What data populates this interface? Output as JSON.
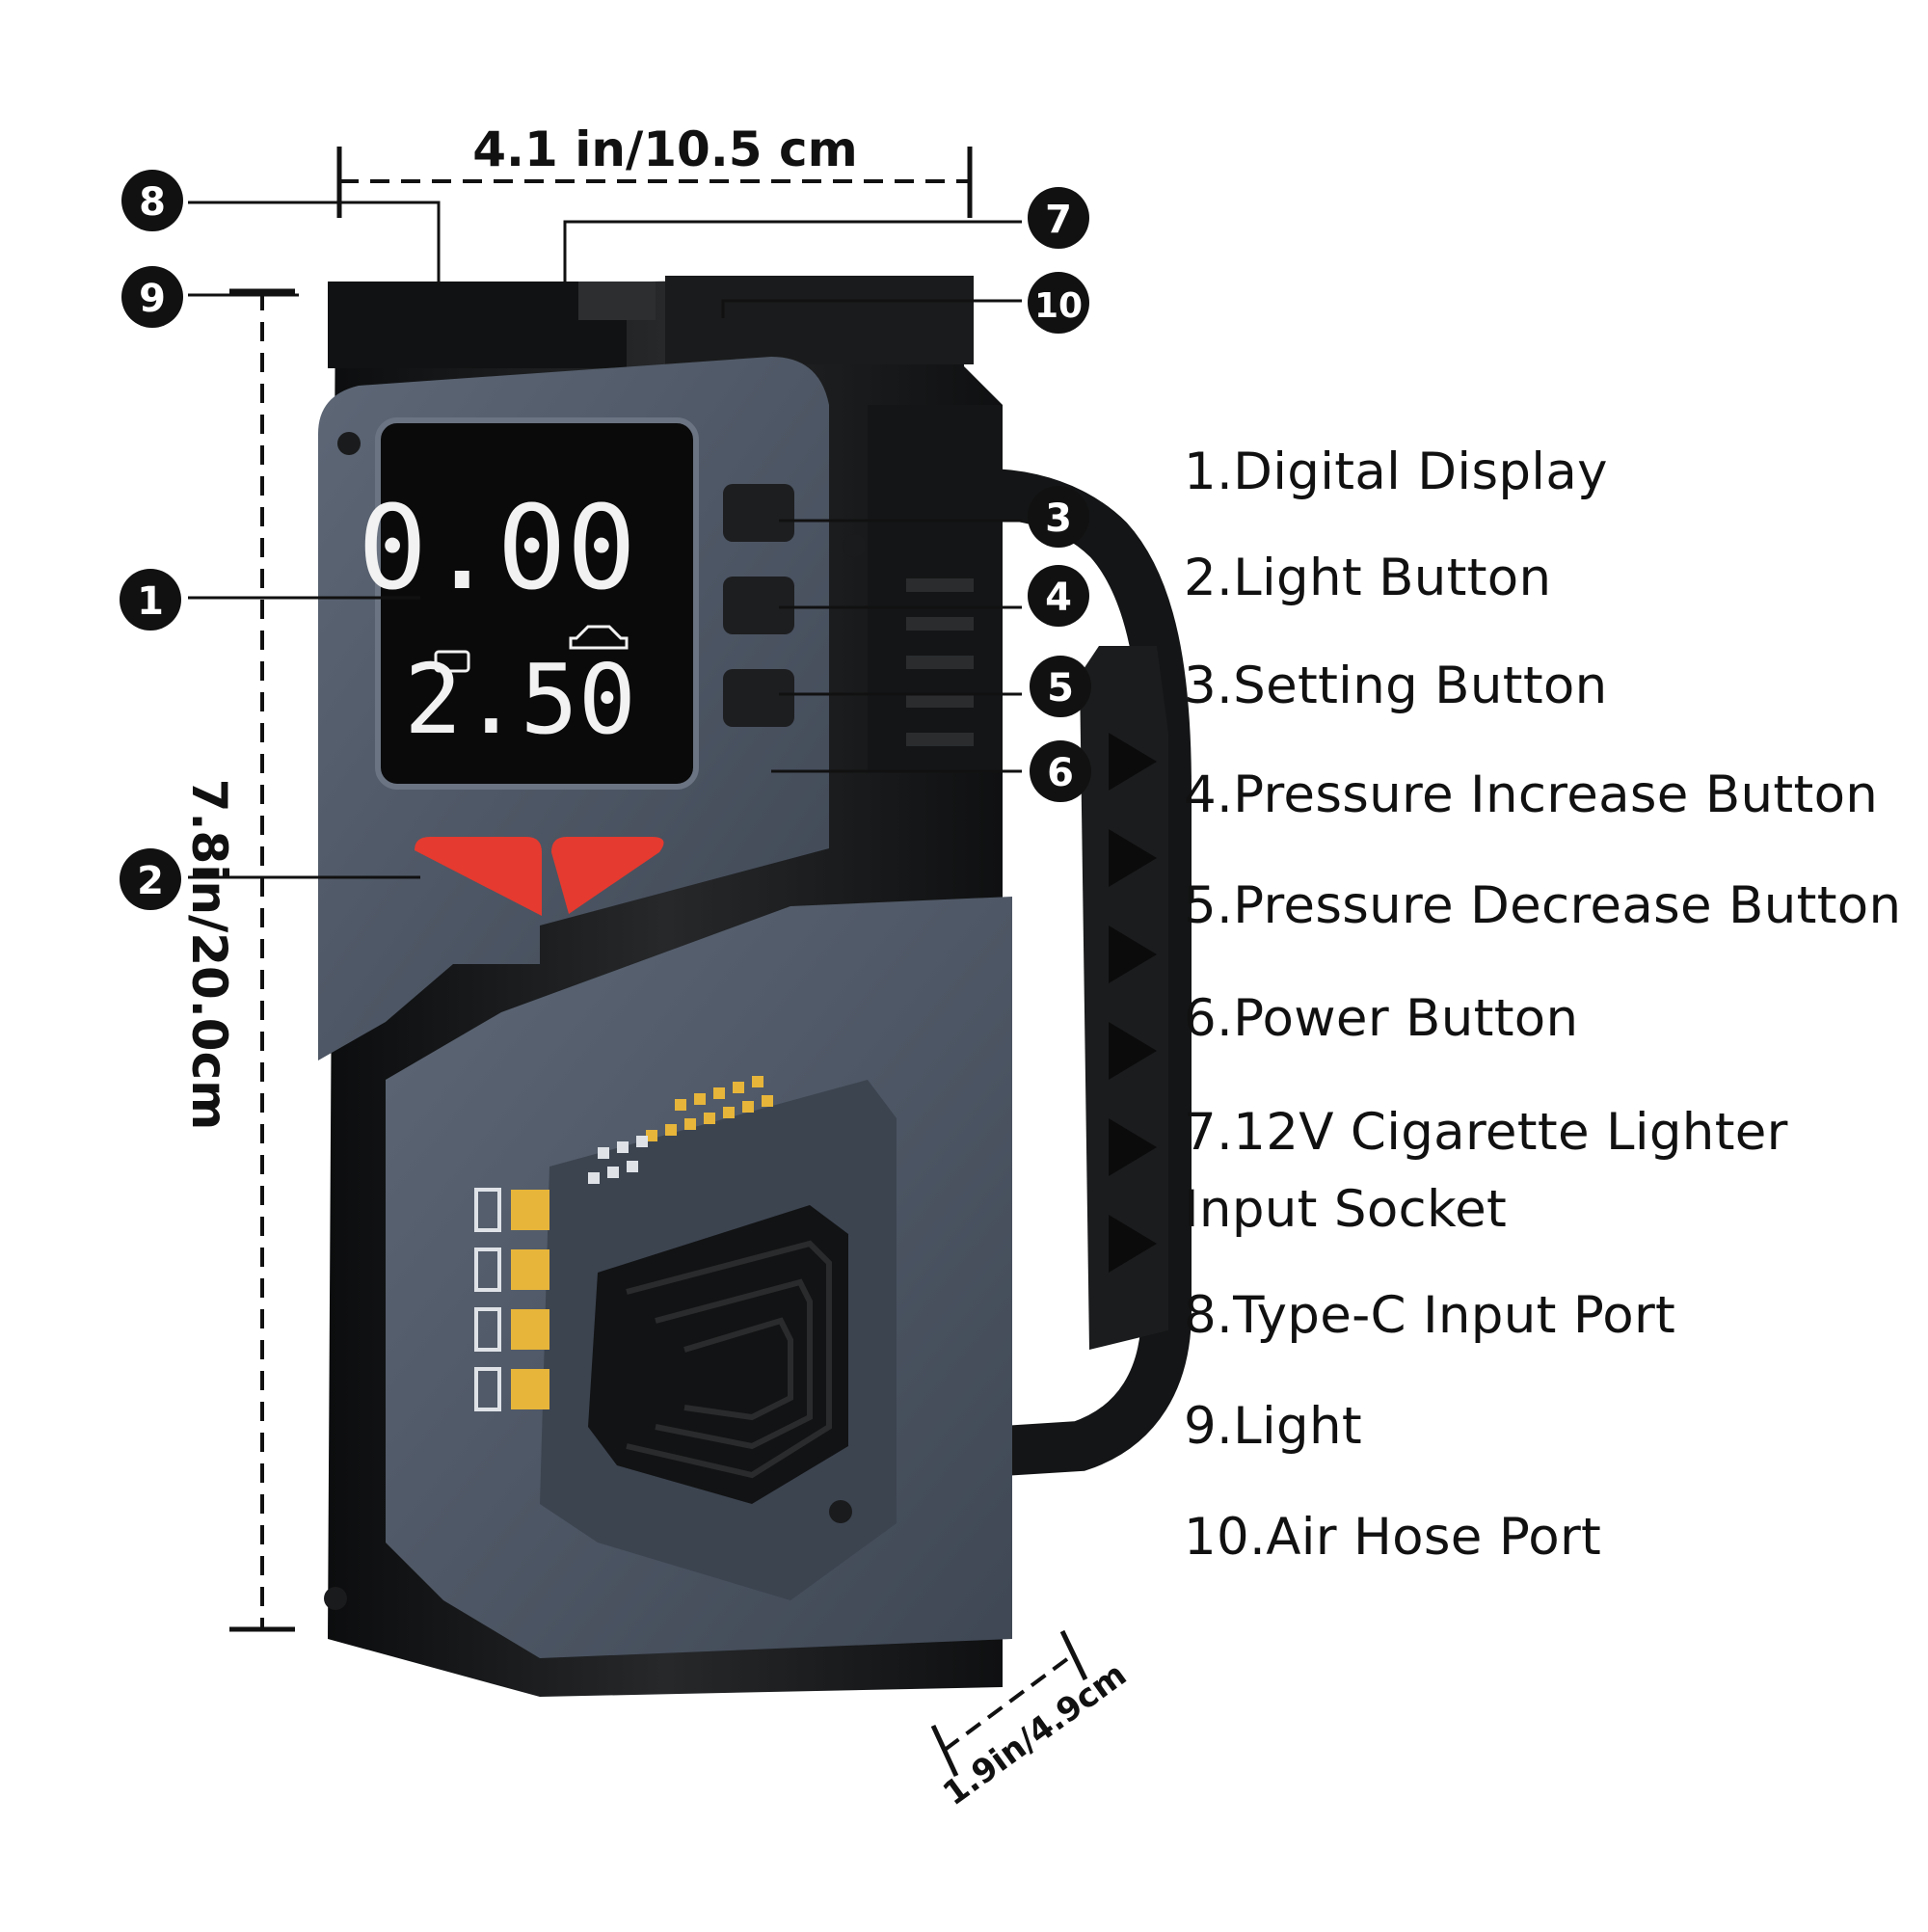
{
  "dimensions": {
    "width_label": "4.1 in/10.5 cm",
    "height_label": "7.8in/20.0cm",
    "depth_label": "1.9in/4.9cm"
  },
  "display": {
    "top_reading": "0.00",
    "bottom_reading": "2.50"
  },
  "callouts": [
    "1",
    "2",
    "3",
    "4",
    "5",
    "6",
    "7",
    "8",
    "9",
    "10"
  ],
  "legend": {
    "items": [
      "1.Digital Display",
      "2.Light Button",
      "3.Setting Button",
      "4.Pressure Increase Button",
      "5.Pressure Decrease Button",
      "6.Power Button",
      "7.12V Cigarette Lighter",
      "Input Socket",
      "8.Type-C Input Port",
      "9.Light",
      "10.Air Hose Port"
    ]
  },
  "colors": {
    "body_gray": "#4b5564",
    "frame_black": "#151617",
    "accent_red": "#e53a2f",
    "indicator_yellow": "#e7b53a"
  }
}
